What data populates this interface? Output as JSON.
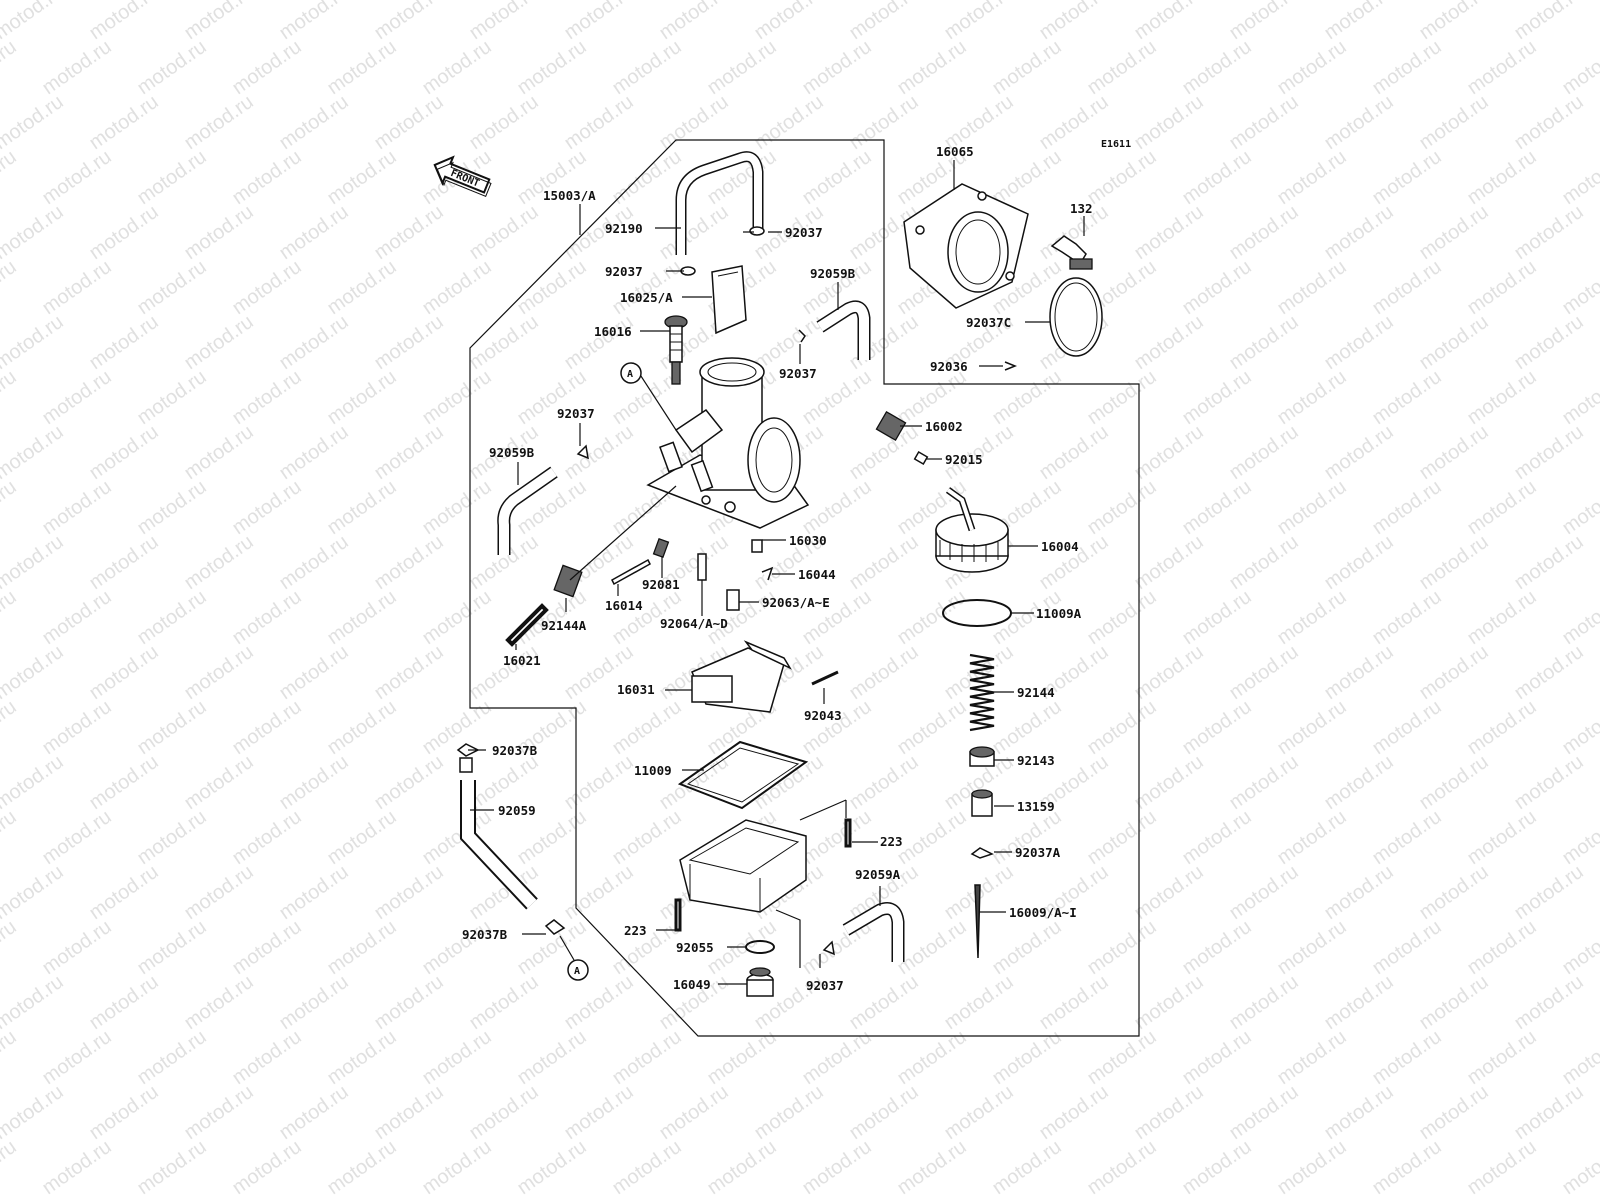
{
  "diagram_code": "E1611",
  "front_label": "FRONT",
  "watermark": "motod.ru",
  "ref_marker": "A",
  "callouts": [
    {
      "id": "15003a",
      "text": "15003/A"
    },
    {
      "id": "92190",
      "text": "92190"
    },
    {
      "id": "92037-top",
      "text": "92037"
    },
    {
      "id": "92037-left",
      "text": "92037"
    },
    {
      "id": "16025a",
      "text": "16025/A"
    },
    {
      "id": "92059b-top",
      "text": "92059B"
    },
    {
      "id": "16016",
      "text": "16016"
    },
    {
      "id": "92037-mid",
      "text": "92037"
    },
    {
      "id": "92037-side",
      "text": "92037"
    },
    {
      "id": "92059b-left",
      "text": "92059B"
    },
    {
      "id": "16065",
      "text": "16065"
    },
    {
      "id": "132",
      "text": "132"
    },
    {
      "id": "92037c",
      "text": "92037C"
    },
    {
      "id": "92036",
      "text": "92036"
    },
    {
      "id": "16002",
      "text": "16002"
    },
    {
      "id": "92015",
      "text": "92015"
    },
    {
      "id": "16004",
      "text": "16004"
    },
    {
      "id": "11009a",
      "text": "11009A"
    },
    {
      "id": "16030",
      "text": "16030"
    },
    {
      "id": "16044",
      "text": "16044"
    },
    {
      "id": "92063",
      "text": "92063/A~E"
    },
    {
      "id": "92064",
      "text": "92064/A~D"
    },
    {
      "id": "92081",
      "text": "92081"
    },
    {
      "id": "16014",
      "text": "16014"
    },
    {
      "id": "92144a",
      "text": "92144A"
    },
    {
      "id": "16021",
      "text": "16021"
    },
    {
      "id": "16031",
      "text": "16031"
    },
    {
      "id": "92043",
      "text": "92043"
    },
    {
      "id": "92144",
      "text": "92144"
    },
    {
      "id": "92037b-top",
      "text": "92037B"
    },
    {
      "id": "11009",
      "text": "11009"
    },
    {
      "id": "92143",
      "text": "92143"
    },
    {
      "id": "92059",
      "text": "92059"
    },
    {
      "id": "13159",
      "text": "13159"
    },
    {
      "id": "223-right",
      "text": "223"
    },
    {
      "id": "92037a",
      "text": "92037A"
    },
    {
      "id": "92059a",
      "text": "92059A"
    },
    {
      "id": "16009",
      "text": "16009/A~I"
    },
    {
      "id": "92037b-bottom",
      "text": "92037B"
    },
    {
      "id": "223-left",
      "text": "223"
    },
    {
      "id": "92055",
      "text": "92055"
    },
    {
      "id": "16049",
      "text": "16049"
    },
    {
      "id": "92037-bottom",
      "text": "92037"
    }
  ]
}
